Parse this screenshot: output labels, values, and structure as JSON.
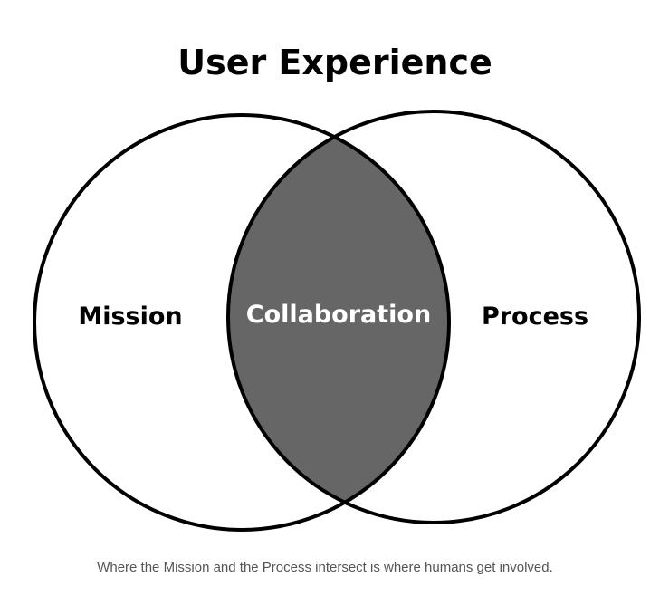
{
  "diagram": {
    "title": "User Experience",
    "circles": [
      {
        "label": "Mission"
      },
      {
        "label": "Process"
      }
    ],
    "intersection": {
      "label": "Collaboration",
      "fill_color": "#666666",
      "text_color": "#ffffff"
    },
    "stroke_color": "#000000",
    "label_color": "#000000"
  },
  "caption": "Where the Mission and the Process intersect is where humans get involved."
}
